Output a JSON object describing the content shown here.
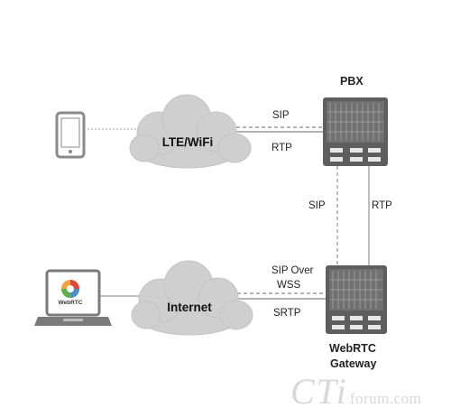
{
  "nodes": {
    "pbx_label": "PBX",
    "gateway_label_line1": "WebRTC",
    "gateway_label_line2": "Gateway",
    "cloud_top": "LTE/WiFi",
    "cloud_bottom": "Internet",
    "laptop_logo_text": "WebRTC"
  },
  "links": {
    "top_sip": "SIP",
    "top_rtp": "RTP",
    "vertical_sip": "SIP",
    "vertical_rtp": "RTP",
    "bottom_sip_over_line1": "SIP Over",
    "bottom_sip_over_line2": "WSS",
    "bottom_srtp": "SRTP"
  },
  "watermark": {
    "big": "CTi",
    "small": "forum.com"
  },
  "colors": {
    "device_gray": "#8a8a8a",
    "cloud_fill": "#cfcfcf",
    "line_gray": "#a0a0a0",
    "server_dark": "#5a5a5a"
  }
}
